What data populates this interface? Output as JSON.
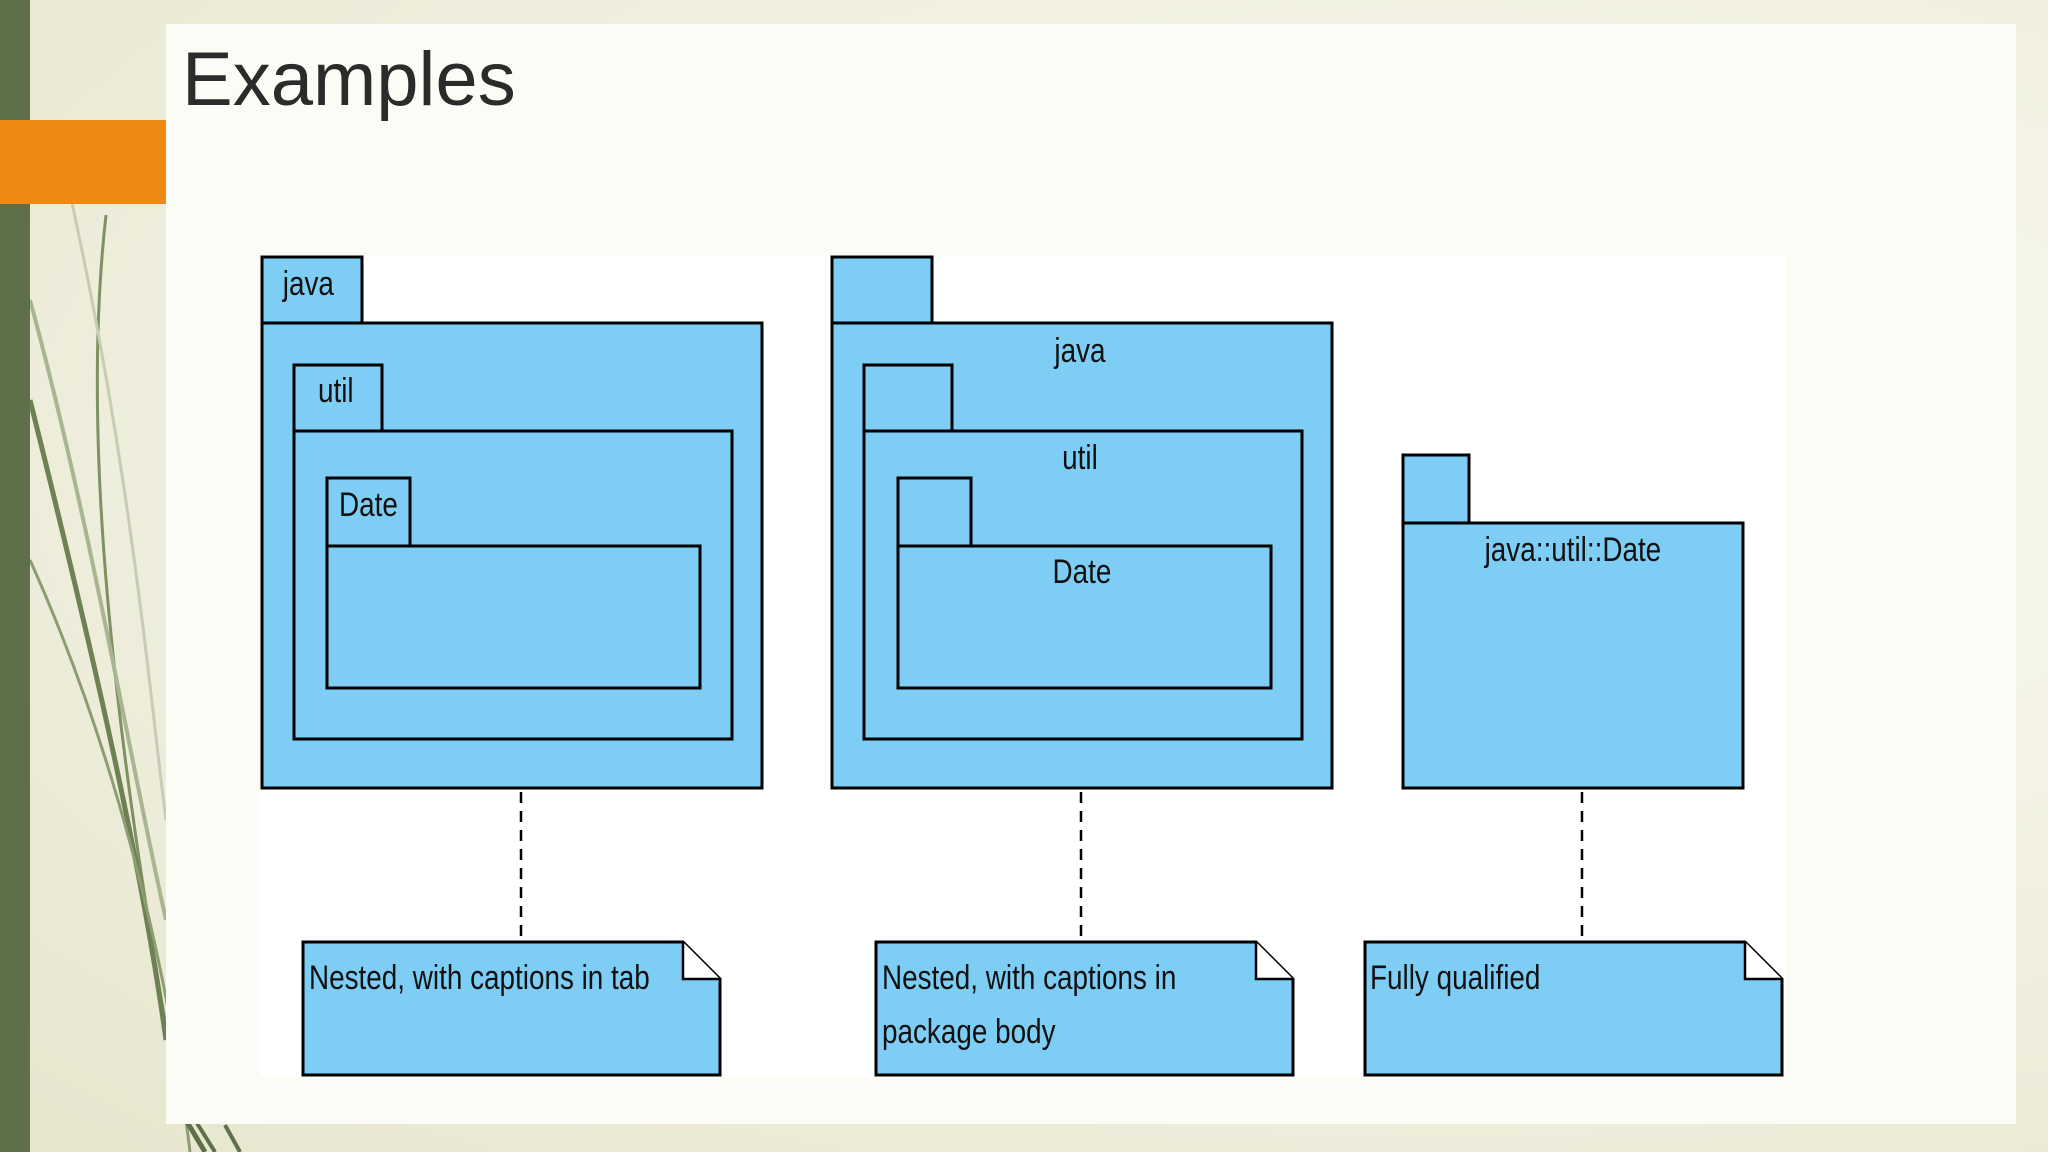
{
  "slide": {
    "title": "Examples",
    "colors": {
      "accent_bar": "#5e7049",
      "accent_tab": "#ee8a14",
      "package_fill": "#7dcdf4"
    }
  },
  "diagram": {
    "examples": [
      {
        "packages": {
          "outer": "java",
          "middle": "util",
          "inner": "Date"
        },
        "note": {
          "lines": [
            "Nested, with captions in tab"
          ]
        }
      },
      {
        "packages": {
          "outer": "java",
          "middle": "util",
          "inner": "Date"
        },
        "note": {
          "lines": [
            "Nested, with captions in",
            "package body"
          ]
        }
      },
      {
        "packages": {
          "single": "java::util::Date"
        },
        "note": {
          "lines": [
            "Fully qualified"
          ]
        }
      }
    ]
  }
}
